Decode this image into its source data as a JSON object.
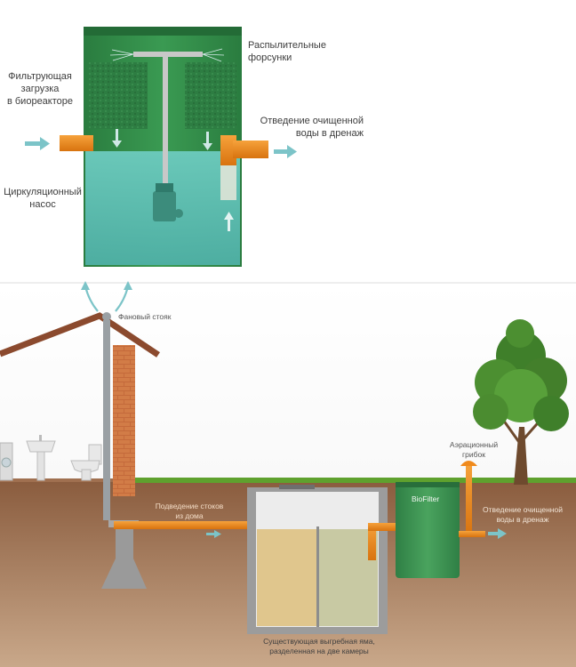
{
  "colors": {
    "tank_green": "#2f8a46",
    "water": "#62c3b9",
    "pipe_orange": "#f08a1c",
    "arrow_teal": "#7cc4c8",
    "soil": "#8a5b3c",
    "grass": "#5fa12e",
    "brick": "#c46a3b",
    "biofilter": "#3f9a55"
  },
  "icons": [
    "arrow-in-icon",
    "arrow-out-icon",
    "pump-icon",
    "nozzle-icon",
    "vent-arrows-icon",
    "tree-icon",
    "washbasin-icon",
    "toilet-icon",
    "washing-machine-icon"
  ],
  "top_diagram": {
    "label_filter_load": "Фильтрующая\nзагрузка\nв биореакторе",
    "label_pump": "Циркуляционный\nнасос",
    "label_nozzles": "Распылительные\nфорсунки",
    "label_outlet": "Отведение очищенной\nводы в дренаж"
  },
  "bottom_diagram": {
    "label_vent": "Фановый стояк",
    "label_inflow": "Подведение стоков\nиз дома",
    "label_pit": "Существующая выгребная яма,\nразделенная на две камеры",
    "label_biofilter": "BioFilter",
    "label_aeration": "Аэрационный\nгрибок",
    "label_outlet": "Отведение очищенной\nводы в дренаж"
  }
}
